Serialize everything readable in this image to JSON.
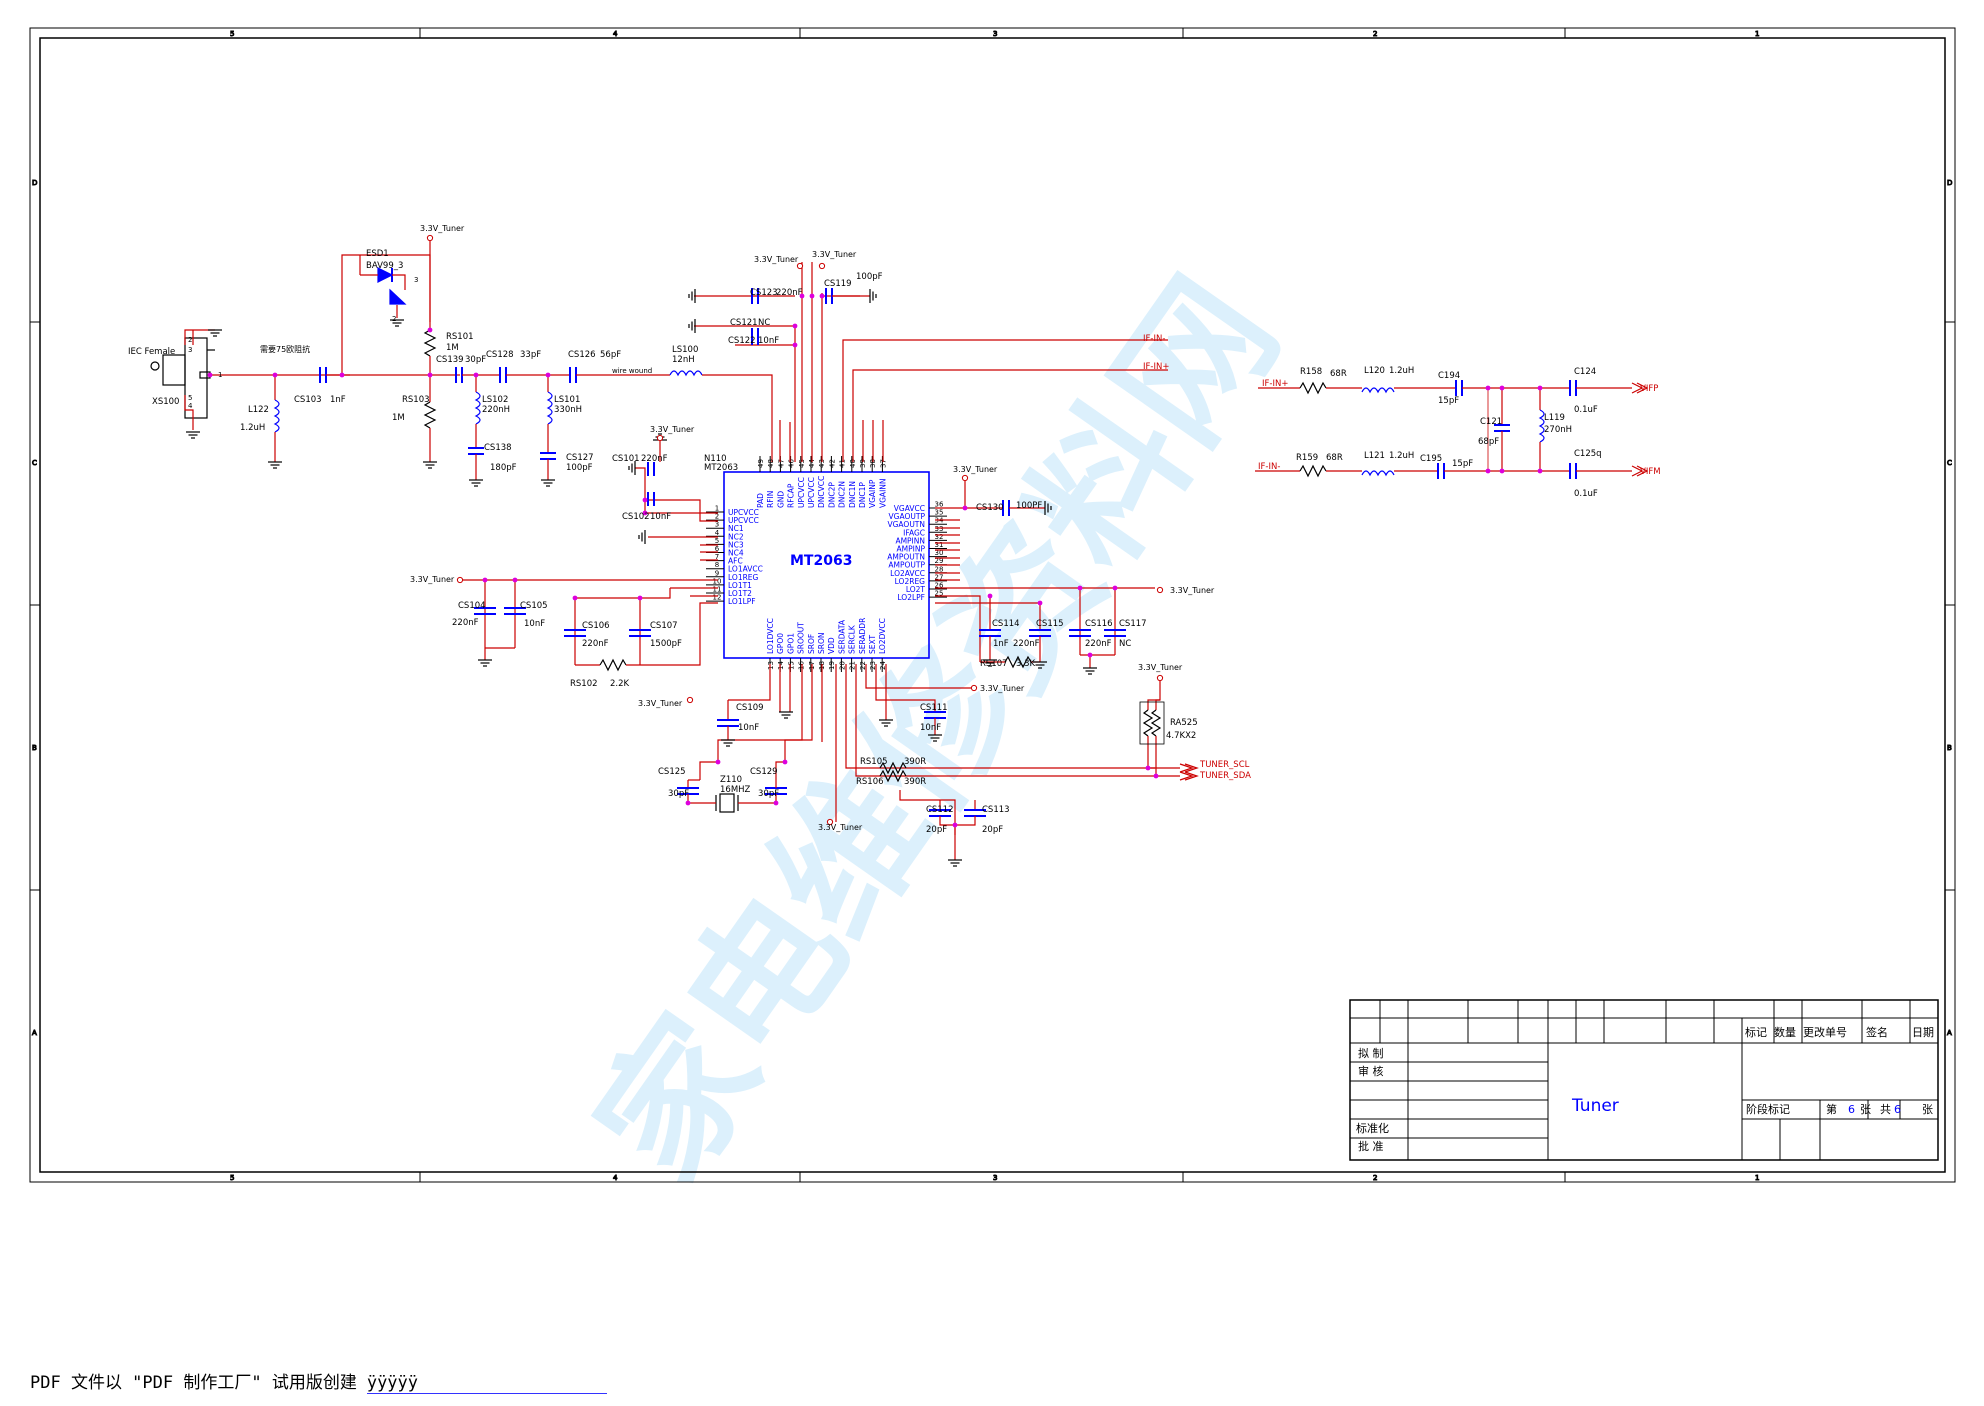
{
  "zone_cols": [
    "5",
    "4",
    "3",
    "2",
    "1"
  ],
  "zone_rows": [
    "D",
    "C",
    "B",
    "A"
  ],
  "watermark": "家电维修资料网",
  "notes": {
    "cable": "需要75欧阻抗",
    "wire": "wire wound"
  },
  "connector": {
    "ref": "XS100",
    "type": "IEC Female",
    "pin1": "1",
    "pin2": "2",
    "pin3": "3",
    "pin4": "4",
    "pin5": "5"
  },
  "esd": {
    "ref": "ESD1",
    "part": "BAV99_3",
    "pin3": "3",
    "pin2": "2"
  },
  "power_label": "3.3V_Tuner",
  "ic": {
    "ref": "N110",
    "part": "MT2063",
    "label": "MT2063",
    "left_pins": [
      {
        "num": "1",
        "name": "UPCVCC"
      },
      {
        "num": "2",
        "name": "UPCVCC"
      },
      {
        "num": "3",
        "name": "NC1"
      },
      {
        "num": "4",
        "name": "NC2"
      },
      {
        "num": "5",
        "name": "NC3"
      },
      {
        "num": "6",
        "name": "NC4"
      },
      {
        "num": "7",
        "name": "AFC"
      },
      {
        "num": "8",
        "name": "LO1AVCC"
      },
      {
        "num": "9",
        "name": "LO1REG"
      },
      {
        "num": "10",
        "name": "LO1T1"
      },
      {
        "num": "11",
        "name": "LO1T2"
      },
      {
        "num": "12",
        "name": "LO1LPF"
      }
    ],
    "right_pins": [
      {
        "num": "36",
        "name": "VGAVCC"
      },
      {
        "num": "35",
        "name": "VGAOUTP"
      },
      {
        "num": "34",
        "name": "VGAOUTN"
      },
      {
        "num": "33",
        "name": "IFAGC"
      },
      {
        "num": "32",
        "name": "AMPINN"
      },
      {
        "num": "31",
        "name": "AMPINP"
      },
      {
        "num": "30",
        "name": "AMPOUTN"
      },
      {
        "num": "29",
        "name": "AMPOUTP"
      },
      {
        "num": "28",
        "name": "LO2AVCC"
      },
      {
        "num": "27",
        "name": "LO2REG"
      },
      {
        "num": "26",
        "name": "LO2T"
      },
      {
        "num": "25",
        "name": "LO2LPF"
      }
    ],
    "top_pins": [
      {
        "num": "49",
        "name": "PAD"
      },
      {
        "num": "48",
        "name": "RFIN"
      },
      {
        "num": "47",
        "name": "GND"
      },
      {
        "num": "46",
        "name": "RFCAP"
      },
      {
        "num": "45",
        "name": "UPCVCC"
      },
      {
        "num": "44",
        "name": "UPCVCC"
      },
      {
        "num": "43",
        "name": "DNCVCC"
      },
      {
        "num": "42",
        "name": "DNC2P"
      },
      {
        "num": "41",
        "name": "DNC2N"
      },
      {
        "num": "40",
        "name": "DNC1N"
      },
      {
        "num": "39",
        "name": "DNC1P"
      },
      {
        "num": "38",
        "name": "VGAINP"
      },
      {
        "num": "37",
        "name": "VGAINN"
      }
    ],
    "bottom_pins": [
      {
        "num": "13",
        "name": "LO1DVCC"
      },
      {
        "num": "14",
        "name": "GPO0"
      },
      {
        "num": "15",
        "name": "GPO1"
      },
      {
        "num": "16",
        "name": "SROOUT"
      },
      {
        "num": "17",
        "name": "SROF"
      },
      {
        "num": "18",
        "name": "SRON"
      },
      {
        "num": "19",
        "name": "VDD"
      },
      {
        "num": "20",
        "name": "SERDATA"
      },
      {
        "num": "21",
        "name": "SERCLK"
      },
      {
        "num": "22",
        "name": "SERADDR"
      },
      {
        "num": "23",
        "name": "SEXT"
      },
      {
        "num": "24",
        "name": "LO2DVCC"
      }
    ]
  },
  "components": {
    "l122": {
      "ref": "L122",
      "val": "1.2uH"
    },
    "cs103": {
      "ref": "CS103",
      "val": "1nF"
    },
    "rs101": {
      "ref": "RS101",
      "val": "1M"
    },
    "rs103": {
      "ref": "RS103",
      "val": "1M"
    },
    "cs139": {
      "ref": "CS139",
      "val": "30pF"
    },
    "cs128": {
      "ref": "CS128",
      "val": "33pF"
    },
    "ls102": {
      "ref": "LS102",
      "val": "220nH"
    },
    "cs138": {
      "ref": "CS138",
      "val": "180pF"
    },
    "cs126": {
      "ref": "CS126",
      "val": "56pF"
    },
    "ls101": {
      "ref": "LS101",
      "val": "330nH"
    },
    "cs127": {
      "ref": "CS127",
      "val": "100pF"
    },
    "ls100": {
      "ref": "LS100",
      "val": "12nH"
    },
    "cs123": {
      "ref": "CS123",
      "val": "220nF"
    },
    "cs119": {
      "ref": "CS119",
      "val": "100pF"
    },
    "cs121": {
      "ref": "CS121",
      "val": "NC"
    },
    "cs122": {
      "ref": "CS122",
      "val": "10nF"
    },
    "cs101": {
      "ref": "CS101",
      "val": "220nF"
    },
    "cs102": {
      "ref": "CS102",
      "val": "10nF"
    },
    "cs130": {
      "ref": "CS130",
      "val": "100PF"
    },
    "cs104": {
      "ref": "CS104",
      "val": "220nF"
    },
    "cs105": {
      "ref": "CS105",
      "val": "10nF"
    },
    "cs106": {
      "ref": "CS106",
      "val": "220nF"
    },
    "cs107": {
      "ref": "CS107",
      "val": "1500pF"
    },
    "rs102": {
      "ref": "RS102",
      "val": "2.2K"
    },
    "cs109": {
      "ref": "CS109",
      "val": "10nF"
    },
    "cs111": {
      "ref": "CS111",
      "val": "10nF"
    },
    "cs114": {
      "ref": "CS114",
      "val": "1nF"
    },
    "cs115": {
      "ref": "CS115",
      "val": "220nF"
    },
    "rs107": {
      "ref": "RS107",
      "val": "3.3K"
    },
    "cs116": {
      "ref": "CS116",
      "val": "220nF"
    },
    "cs117": {
      "ref": "CS117",
      "val": "NC"
    },
    "ra525": {
      "ref": "RA525",
      "val": "4.7KX2"
    },
    "rs105": {
      "ref": "RS105",
      "val": "390R"
    },
    "rs106": {
      "ref": "RS106",
      "val": "390R"
    },
    "cs125": {
      "ref": "CS125",
      "val": "30pF"
    },
    "z110": {
      "ref": "Z110",
      "val": "16MHZ"
    },
    "cs129": {
      "ref": "CS129",
      "val": "30pF"
    },
    "cs112": {
      "ref": "CS112",
      "val": "20pF"
    },
    "cs113": {
      "ref": "CS113",
      "val": "20pF"
    },
    "r158": {
      "ref": "R158",
      "val": "68R"
    },
    "l120": {
      "ref": "L120",
      "val": "1.2uH"
    },
    "c194": {
      "ref": "C194",
      "val": "15pF"
    },
    "c124": {
      "ref": "C124",
      "val": "0.1uF"
    },
    "c121": {
      "ref": "C121",
      "val": "68pF"
    },
    "l119": {
      "ref": "L119",
      "val": "270nH"
    },
    "r159": {
      "ref": "R159",
      "val": "68R"
    },
    "l121": {
      "ref": "L121",
      "val": "1.2uH"
    },
    "c195": {
      "ref": "C195",
      "val": "15pF"
    },
    "c125": {
      "ref": "C125q",
      "val": "0.1uF"
    }
  },
  "nets": {
    "if_in_n": "IF-IN-",
    "if_in_p": "IF-IN+",
    "vifp": "VIFP",
    "vifm": "VIFM",
    "tuner_scl": "TUNER_SCL",
    "tuner_sda": "TUNER_SDA"
  },
  "title_block": {
    "hdr_mark": "标记",
    "hdr_count": "数量",
    "hdr_change": "更改单号",
    "hdr_sign": "签名",
    "hdr_date": "日期",
    "draft": "拟 制",
    "review": "审 核",
    "standard": "标准化",
    "approve": "批 准",
    "title": "Tuner",
    "stage": "阶段标记",
    "sheet_prefix": "第",
    "sheet_no": "6",
    "sheet_unit": "张",
    "total_prefix": "共",
    "total_no": "6",
    "total_unit": "张"
  },
  "footer": {
    "text": "PDF 文件以 \"PDF 制作工厂\" 试用版创建",
    "junk": "ÿÿÿÿÿ"
  }
}
